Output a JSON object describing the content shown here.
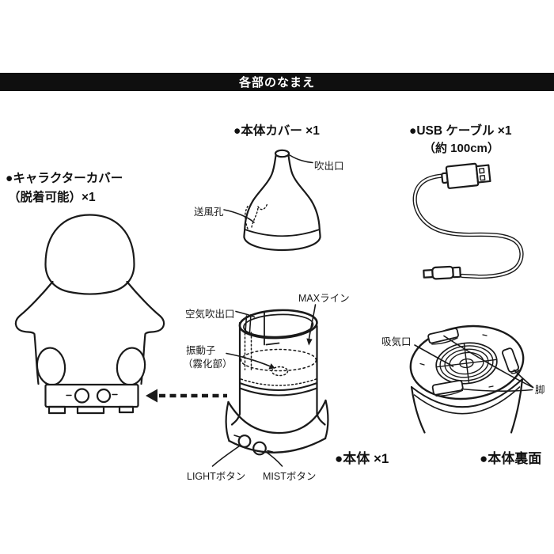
{
  "page": {
    "title": "各部のなまえ"
  },
  "colors": {
    "line": "#1a1a1a",
    "header_bg": "#0f0f0f",
    "header_text": "#ffffff",
    "background": "#ffffff"
  },
  "sections": {
    "character_cover": {
      "heading_line1": "●キャラクターカバー",
      "heading_line2": "（脱着可能）×1"
    },
    "body_cover": {
      "heading": "●本体カバー ×1",
      "labels": {
        "blow_outlet": "吹出口",
        "air_vent_hole": "送風孔"
      }
    },
    "usb_cable": {
      "heading_line1": "●USB ケーブル ×1",
      "heading_line2": "（約 100cm）"
    },
    "main_body": {
      "heading": "●本体 ×1",
      "labels": {
        "max_line": "MAXライン",
        "air_outlet": "空気吹出口",
        "vibrator_line1": "振動子",
        "vibrator_line2": "（霧化部）",
        "light_button": "LIGHTボタン",
        "mist_button": "MISTボタン"
      }
    },
    "body_underside": {
      "heading": "●本体裏面",
      "labels": {
        "air_intake": "吸気口",
        "feet": "脚"
      }
    }
  }
}
